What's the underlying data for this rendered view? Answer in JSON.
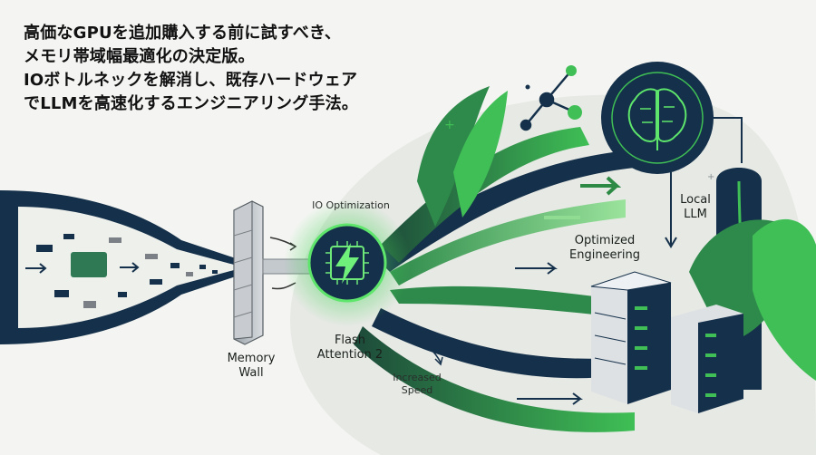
{
  "headline": {
    "line1": "高価なGPUを追加購入する前に試すべき、",
    "line2": "メモリ帯域幅最適化の決定版。",
    "line3": "IOボトルネックを解消し、既存ハードウェア",
    "line4": "でLLMを高速化するエンジニアリング手法。"
  },
  "labels": {
    "io_optimization": "IO Optimization",
    "memory_wall_1": "Memory",
    "memory_wall_2": "Wall",
    "flash_attention_1": "Flash",
    "flash_attention_2": "Attention 2",
    "increased_speed_1": "Increased",
    "increased_speed_2": "Speed",
    "optimized_1": "Optimized",
    "optimized_2": "Engineering",
    "local_llm_1": "Local",
    "local_llm_2": "LLM"
  },
  "colors": {
    "navy": "#15304a",
    "green": "#3fbf55",
    "light_green": "#8fdc92",
    "background": "#f4f5f2"
  },
  "icons": [
    "chip-lightning-icon",
    "brain-icon",
    "server-rack-icon",
    "molecule-icon",
    "memory-wall-icon"
  ]
}
